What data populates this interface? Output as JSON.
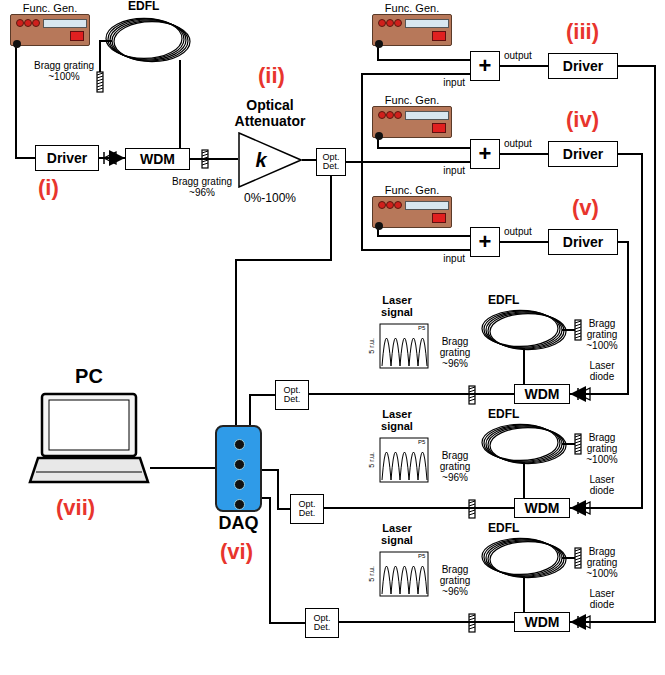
{
  "diagram": {
    "nodes": [
      {
        "text": [
          "Func. Gen."
        ]
      },
      {
        "text": [
          "Driver"
        ]
      },
      {
        "text": [
          "WDM"
        ]
      },
      {
        "text": [
          "Optical Attenuator",
          "k",
          "0%-100%"
        ]
      },
      {
        "text": [
          "Opt. Det."
        ]
      },
      {
        "text": [
          "Func. Gen."
        ]
      },
      {
        "text": [
          "+"
        ]
      },
      {
        "text": [
          "Driver"
        ]
      },
      {
        "text": [
          "Func. Gen."
        ]
      },
      {
        "text": [
          "+"
        ]
      },
      {
        "text": [
          "Driver"
        ]
      },
      {
        "text": [
          "Func. Gen."
        ]
      },
      {
        "text": [
          "+"
        ]
      },
      {
        "text": [
          "Driver"
        ]
      },
      {
        "text": [
          "WDM"
        ]
      },
      {
        "text": [
          "Opt. Det."
        ]
      },
      {
        "text": [
          "WDM"
        ]
      },
      {
        "text": [
          "Opt. Det."
        ]
      },
      {
        "text": [
          "WDM"
        ]
      },
      {
        "text": [
          "Opt. Det."
        ]
      },
      {
        "text": [
          "DAQ"
        ]
      },
      {
        "text": [
          "PC"
        ]
      }
    ],
    "edges": [
      {
        "from": 0,
        "to": 1,
        "arrow": "none"
      },
      {
        "from": 1,
        "to": 2,
        "arrow": "to"
      },
      {
        "from": 2,
        "to": 3,
        "arrow": "none"
      },
      {
        "from": 3,
        "to": 4,
        "arrow": "none"
      },
      {
        "from": 5,
        "to": 6,
        "arrow": "none",
        "label": "input"
      },
      {
        "from": 4,
        "to": 6,
        "arrow": "none"
      },
      {
        "from": 6,
        "to": 7,
        "arrow": "none",
        "label": "output"
      },
      {
        "from": 8,
        "to": 9,
        "arrow": "none",
        "label": "input"
      },
      {
        "from": 4,
        "to": 9,
        "arrow": "none"
      },
      {
        "from": 9,
        "to": 10,
        "arrow": "none",
        "label": "output"
      },
      {
        "from": 11,
        "to": 12,
        "arrow": "none",
        "label": "input"
      },
      {
        "from": 4,
        "to": 12,
        "arrow": "none"
      },
      {
        "from": 12,
        "to": 13,
        "arrow": "none",
        "label": "output"
      },
      {
        "from": 7,
        "to": 18,
        "arrow": "to"
      },
      {
        "from": 10,
        "to": 16,
        "arrow": "to"
      },
      {
        "from": 13,
        "to": 14,
        "arrow": "to"
      },
      {
        "from": 14,
        "to": 15,
        "arrow": "none"
      },
      {
        "from": 16,
        "to": 17,
        "arrow": "none"
      },
      {
        "from": 18,
        "to": 19,
        "arrow": "none"
      },
      {
        "from": 4,
        "to": 20,
        "arrow": "none"
      },
      {
        "from": 15,
        "to": 20,
        "arrow": "none"
      },
      {
        "from": 17,
        "to": 20,
        "arrow": "none"
      },
      {
        "from": 19,
        "to": 20,
        "arrow": "none"
      },
      {
        "from": 20,
        "to": 21,
        "arrow": "none"
      }
    ],
    "labels": [
      "(i)",
      "(ii)",
      "(iii)",
      "(iv)",
      "(v)",
      "(vi)",
      "(vii)",
      "EDFL",
      "Bragg grating ~100%",
      "Bragg grating ~96%",
      "EDFL",
      "Bragg grating ~100%",
      "Laser signal",
      "5 r.u.",
      "P5",
      "Bragg grating ~96%",
      "Laser diode",
      "EDFL",
      "Bragg grating ~100%",
      "Laser signal",
      "5 r.u.",
      "P5",
      "Bragg grating ~96%",
      "Laser diode",
      "EDFL",
      "Bragg grating ~100%",
      "Laser signal",
      "5 r.u.",
      "P5",
      "Bragg grating ~96%",
      "Laser diode"
    ]
  }
}
